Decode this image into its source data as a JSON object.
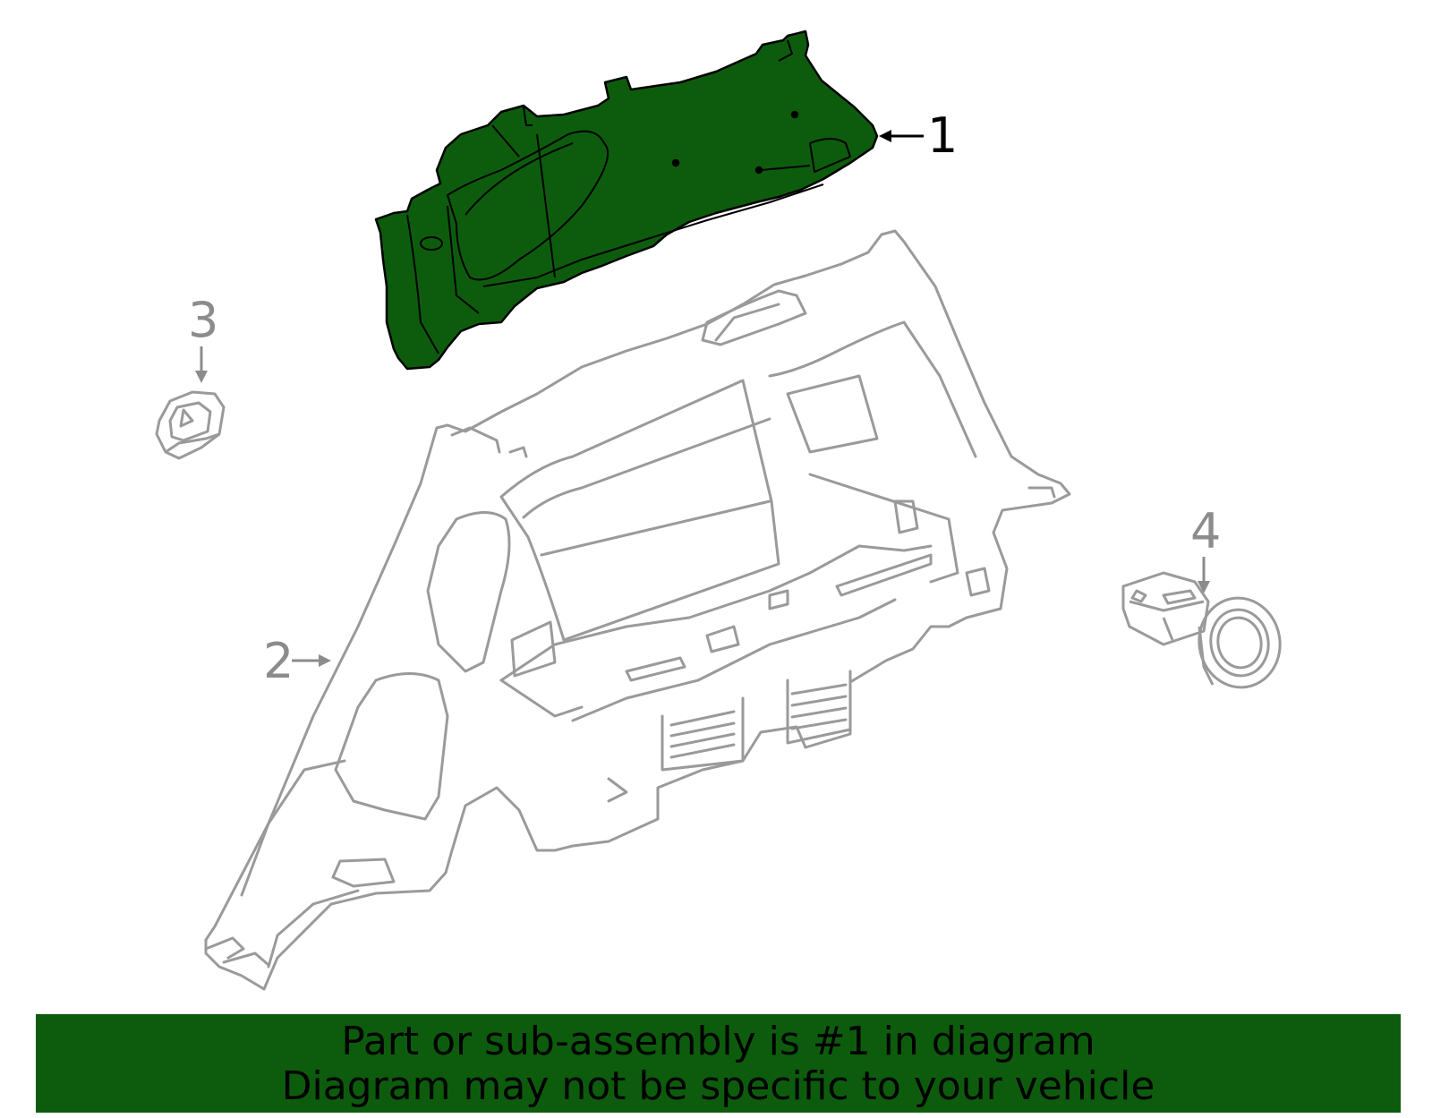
{
  "diagram": {
    "callouts": [
      {
        "id": "1",
        "label": "1",
        "highlighted": true
      },
      {
        "id": "2",
        "label": "2",
        "highlighted": false
      },
      {
        "id": "3",
        "label": "3",
        "highlighted": false
      },
      {
        "id": "4",
        "label": "4",
        "highlighted": false
      }
    ],
    "colors": {
      "highlight_fill": "#0d5c0d",
      "highlight_stroke": "#000000",
      "outline": "#9a9a9a",
      "callout_highlight": "#000000",
      "callout_normal": "#8c8c8c"
    }
  },
  "banner": {
    "line1": "Part or sub-assembly is #1 in diagram",
    "line2": "Diagram may not be specific to your vehicle",
    "background": "#0d5c0d"
  }
}
